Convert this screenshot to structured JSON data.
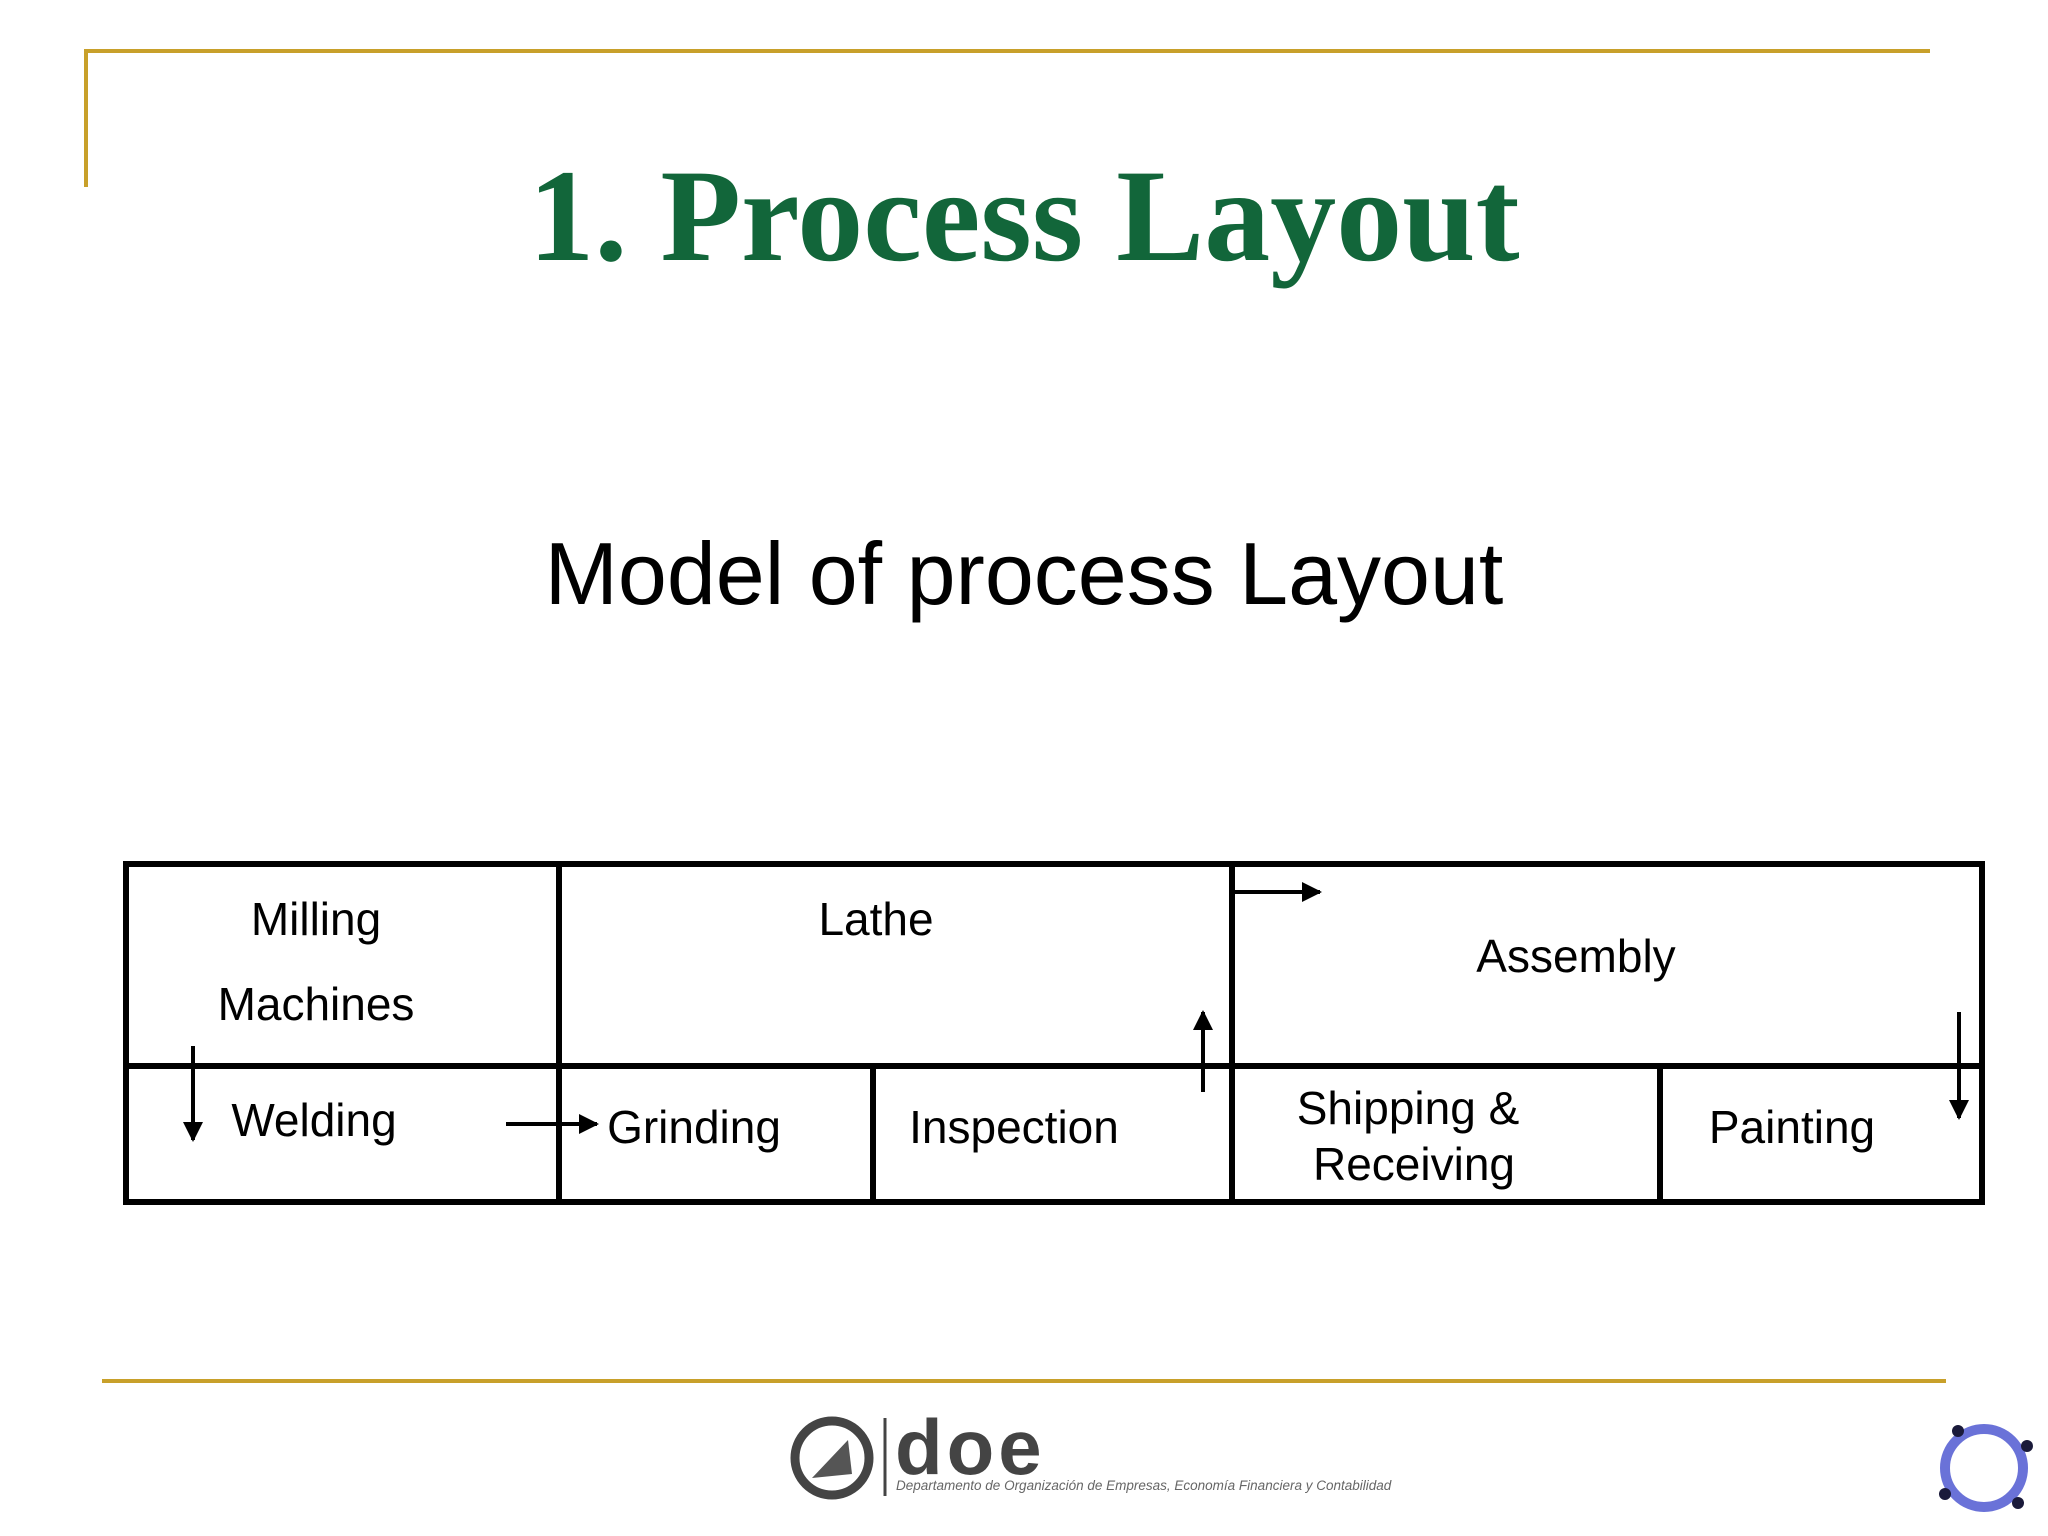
{
  "slide": {
    "title": "1. Process Layout",
    "subtitle": "Model of process Layout",
    "accent_color": "#c8a02a",
    "title_color": "#12663a"
  },
  "diagram": {
    "cells": {
      "milling_line1": "Milling",
      "milling_line2": "Machines",
      "lathe": "Lathe",
      "assembly": "Assembly",
      "welding": "Welding",
      "grinding": "Grinding",
      "inspection": "Inspection",
      "shipping_line1": "Shipping &",
      "shipping_line2": "Receiving",
      "painting": "Painting"
    },
    "flow": [
      "Milling Machines",
      "Welding",
      "Grinding",
      "Inspection",
      "Lathe",
      "Assembly",
      "Painting"
    ]
  },
  "footer": {
    "logo_word": "doe",
    "logo_caption": "Departamento de Organización de Empresas, Economía Financiera y Contabilidad"
  }
}
